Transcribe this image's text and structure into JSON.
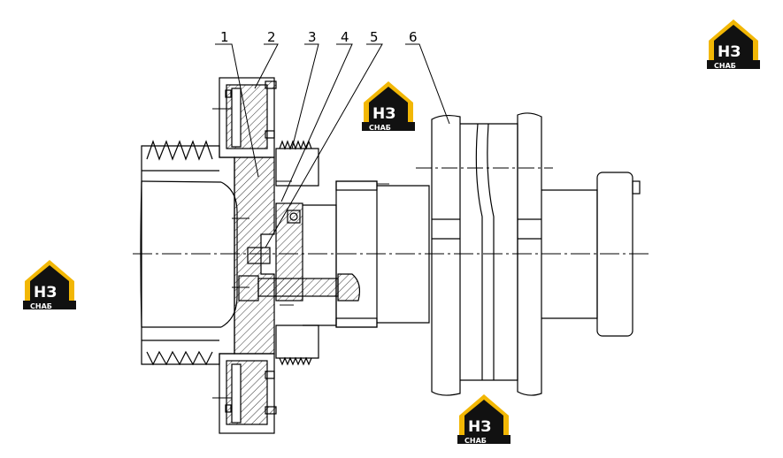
{
  "callouts": [
    {
      "id": "1",
      "label": "1"
    },
    {
      "id": "2",
      "label": "2"
    },
    {
      "id": "3",
      "label": "3"
    },
    {
      "id": "4",
      "label": "4"
    },
    {
      "id": "5",
      "label": "5"
    },
    {
      "id": "6",
      "label": "6"
    }
  ],
  "watermark": {
    "logo_letters": "НЗ",
    "logo_word": "СНАБ",
    "colors": {
      "roof": "#f2b705",
      "box": "#111111",
      "letters": "#ffffff"
    }
  },
  "colors": {
    "line": "#000000",
    "background": "#ffffff"
  }
}
